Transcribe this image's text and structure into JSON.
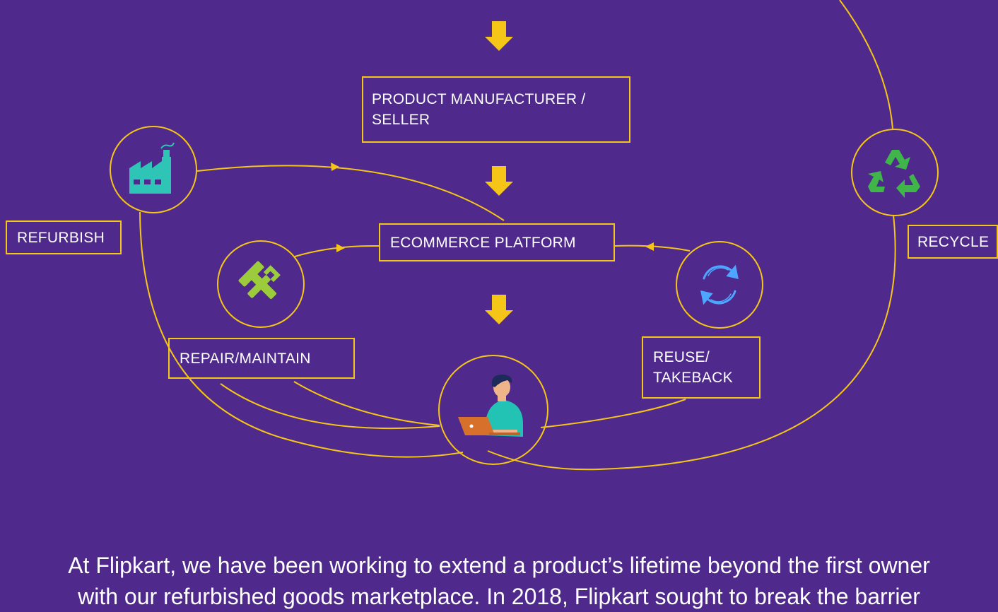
{
  "diagram": {
    "nodes": {
      "manufacturer": {
        "line1": "PRODUCT MANUFACTURER /",
        "line2": "SELLER"
      },
      "platform": "ECOMMERCE PLATFORM",
      "refurbish": "REFURBISH",
      "repair": "REPAIR/MAINTAIN",
      "reuse": {
        "line1": "REUSE/",
        "line2": "TAKEBACK"
      },
      "recycle": "RECYCLE"
    },
    "icons": {
      "refurbish": "factory-icon",
      "repair": "hammer-wrench-icon",
      "reuse": "circular-arrows-icon",
      "recycle": "recycle-icon",
      "customer": "person-laptop-icon"
    },
    "colors": {
      "background": "#4f2a8c",
      "accent": "#f5c518",
      "text": "#ffffff",
      "factory": "#2ec4b6",
      "tools": "#9ccc3c",
      "reuse": "#4da6ff",
      "recycle": "#3fb54a",
      "laptop": "#d7702a",
      "shirt": "#22c3b5"
    }
  },
  "caption": {
    "line1": "At Flipkart, we have been working to extend a product’s lifetime beyond the first owner",
    "line2": "with our refurbished goods marketplace. In 2018, Flipkart sought to break the barrier"
  }
}
